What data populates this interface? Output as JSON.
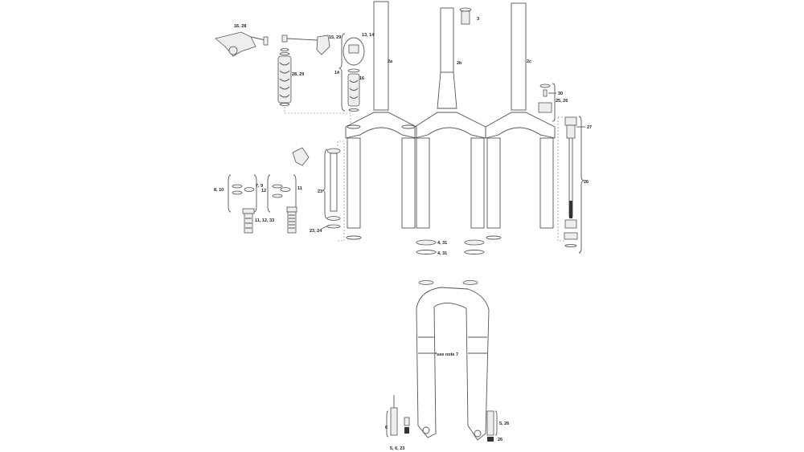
{
  "labels": {
    "remote_lever": "16, 28",
    "remote_cable": "15, 29",
    "spring_cartridge": "28, 29",
    "top_cap": "13, 14",
    "air_spring_bracket": "14",
    "air_spring": "16",
    "crown_2a": "2a",
    "crown_2b": "2b",
    "crown_2c": "2c",
    "cap": "3",
    "valve": "30",
    "top_cap_2c": "25, 26",
    "damper_top": "27",
    "damper_assembly": "26",
    "left_group": "8, 10",
    "left_group_side": "7, 9",
    "middle_group": "12",
    "middle_group_side": "11",
    "left_cartridge": "11, 12, 33",
    "rod_assembly": "23",
    "rod_seals": "23, 24",
    "seal_upper": "4, 31",
    "seal_lower": "4, 31",
    "note": "*see note 7",
    "shaft": "6",
    "shaft_bottom": "5, 6, 23",
    "right_shaft": "5, 26",
    "right_bolt": "26"
  }
}
